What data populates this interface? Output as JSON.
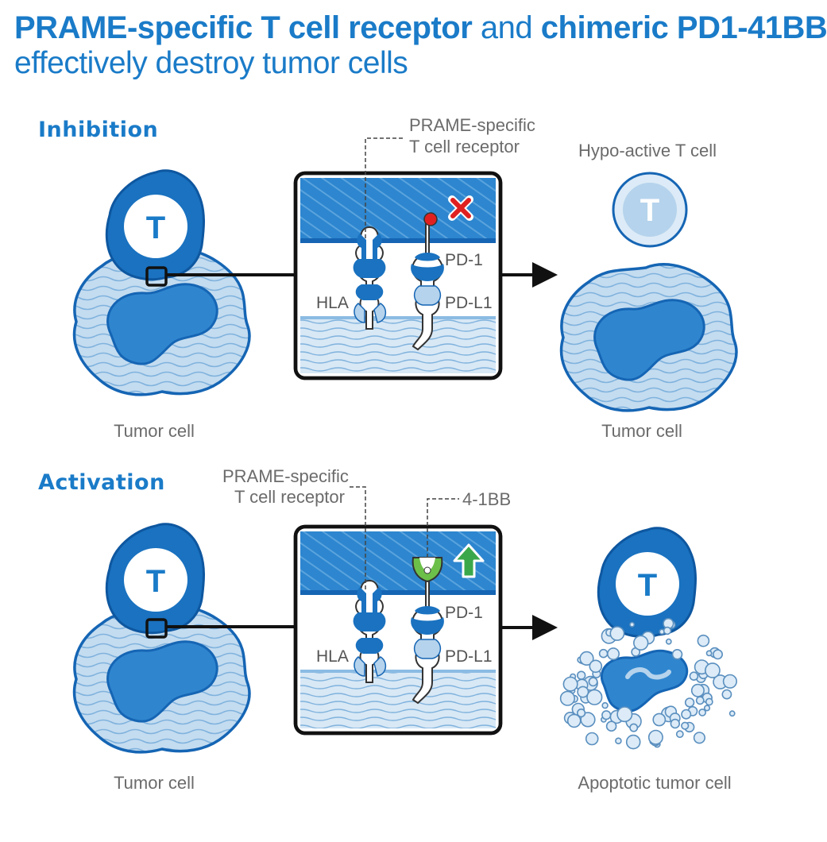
{
  "title": {
    "part1": "PRAME-specific T cell receptor",
    "part2": " and ",
    "part3": "chimeric PD1-41BB",
    "line2": "effectively destroy tumor cells"
  },
  "panels": {
    "inhibition": {
      "heading": "Inhibition",
      "t_cell_label": "T",
      "tumor_label": "Tumor cell",
      "receptor_label_line1": "PRAME-specific",
      "receptor_label_line2": "T cell receptor",
      "pd1_label": "PD-1",
      "pdl1_label": "PD-L1",
      "hla_label": "HLA",
      "result_tcell_label": "Hypo-active T cell",
      "result_t_letter": "T",
      "result_tumor_label": "Tumor cell"
    },
    "activation": {
      "heading": "Activation",
      "t_cell_label": "T",
      "tumor_label": "Tumor cell",
      "receptor_label_line1": "PRAME-specific",
      "receptor_label_line2": "T cell receptor",
      "costim_label": "4-1BB",
      "pd1_label": "PD-1",
      "pdl1_label": "PD-L1",
      "hla_label": "HLA",
      "result_t_letter": "T",
      "result_tumor_label": "Apoptotic tumor cell"
    }
  },
  "colors": {
    "brand_blue": "#1a7bc8",
    "dark_blue": "#1565b4",
    "light_blue": "#b5d3ec",
    "pale_blue": "#dcebf7",
    "inhibit_red": "#e02020",
    "activate_green": "#3aa84a",
    "label_gray": "#6b6b6b"
  },
  "icons": {
    "inhibit": "red-x-icon",
    "activate": "green-up-arrow-icon",
    "flow": "right-arrow-icon"
  }
}
